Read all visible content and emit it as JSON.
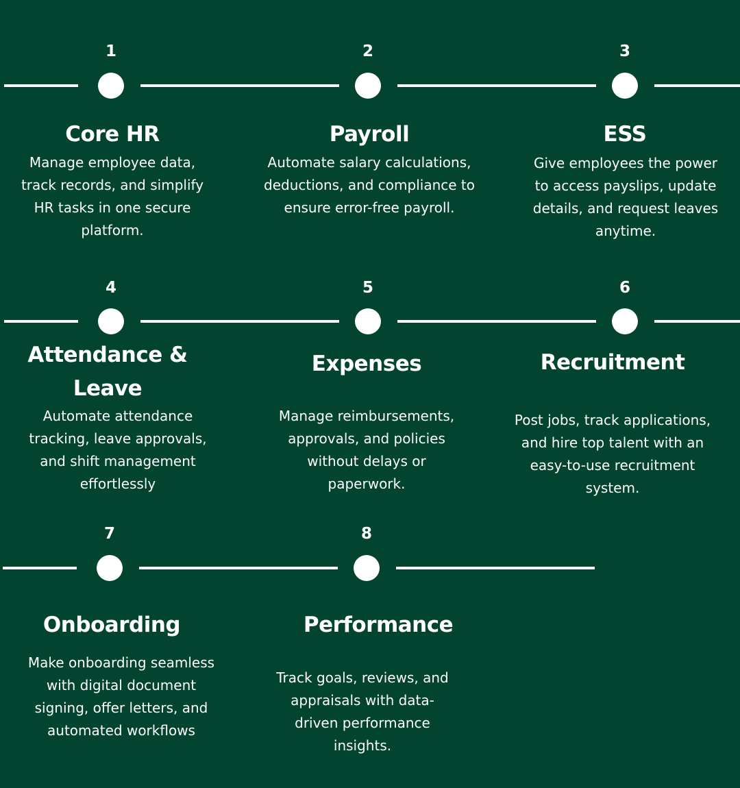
{
  "colors": {
    "background": "#024430",
    "foreground": "#ffffff"
  },
  "steps": [
    {
      "number": "1",
      "title": "Core HR",
      "description": "Manage employee data, track records, and simplify HR tasks in one secure platform."
    },
    {
      "number": "2",
      "title": "Payroll",
      "description": "Automate salary calculations, deductions, and compliance to ensure error-free payroll."
    },
    {
      "number": "3",
      "title": "ESS",
      "description": "Give employees the power to access payslips, update details, and request leaves anytime."
    },
    {
      "number": "4",
      "title": "Attendance & Leave",
      "description": "Automate attendance tracking, leave approvals, and shift management effortlessly"
    },
    {
      "number": "5",
      "title": "Expenses",
      "description": "Manage reimbursements, approvals, and policies without delays or paperwork."
    },
    {
      "number": "6",
      "title": "Recruitment",
      "description": "Post jobs, track applications, and hire top talent with an easy-to-use recruitment system."
    },
    {
      "number": "7",
      "title": "Onboarding",
      "description": "Make onboarding seamless with digital document signing, offer letters, and automated workflows"
    },
    {
      "number": "8",
      "title": "Performance",
      "description": "Track goals, reviews, and appraisals with data-driven performance insights."
    }
  ]
}
